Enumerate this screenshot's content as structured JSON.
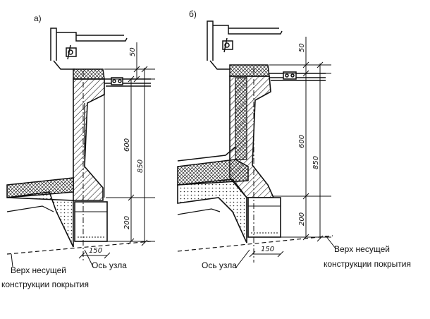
{
  "panels": [
    {
      "marker": "а)"
    },
    {
      "marker": "б)"
    }
  ],
  "dimensions": {
    "top": "50",
    "upper": "600",
    "total": "850",
    "lower": "200",
    "offset": "150"
  },
  "labels": {
    "axis": "Ось узла",
    "top_of_structure_line1": "Верх несущей",
    "top_of_structure_line2": "конструкции покрытия"
  }
}
